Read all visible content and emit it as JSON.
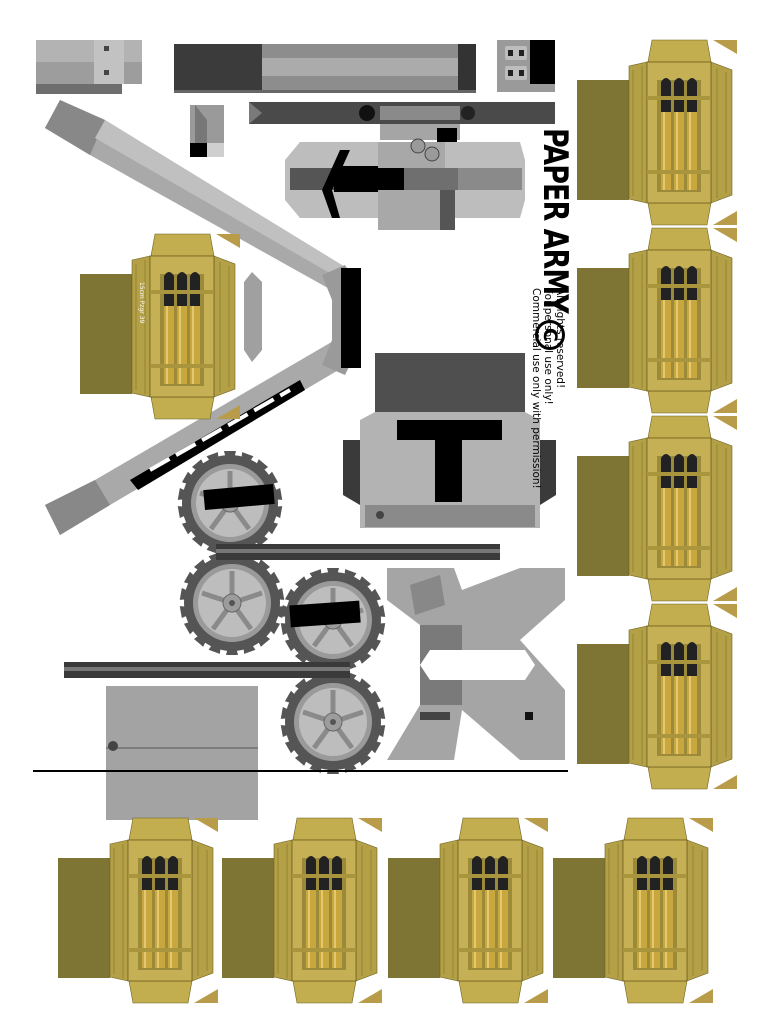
{
  "brand": {
    "name": "PAPER ARMY",
    "copyright_symbol": "C",
    "notice_lines": [
      "All rights reserved!",
      "For personal use only!",
      "Commercial use only with permission!"
    ]
  },
  "ammo_box": {
    "label": "15cm Pzgr 39"
  },
  "colors": {
    "olive": "#7e7434",
    "crate_wood": "#bba84d",
    "crate_dark": "#8a7a30",
    "brass": "#b89c3c",
    "metal_light": "#b5b5b5",
    "metal_mid": "#8d8d8d",
    "metal_dark": "#4a4a4a",
    "black": "#000000"
  }
}
